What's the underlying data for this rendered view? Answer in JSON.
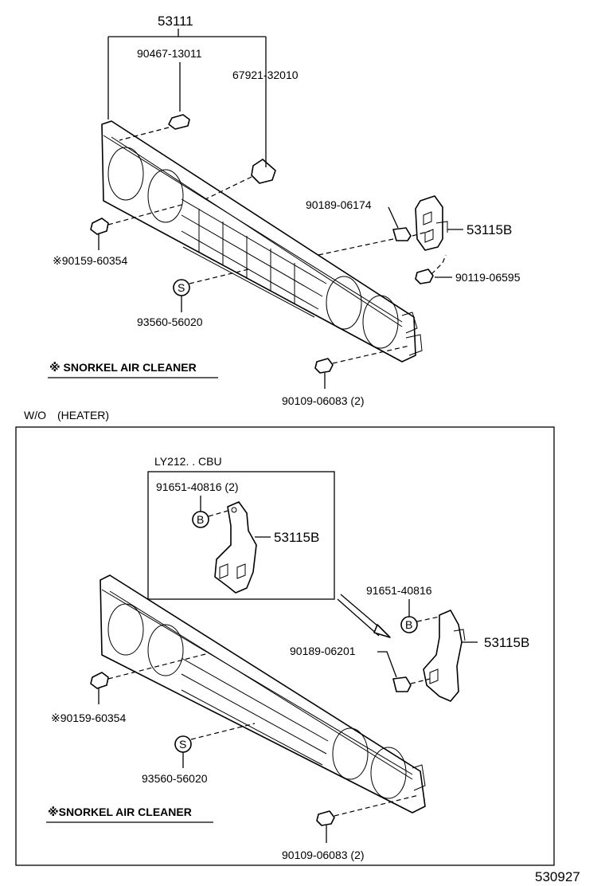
{
  "diagram": {
    "ref_code": "530927",
    "upper": {
      "assy_label": "53111",
      "clip_label": "90467-13011",
      "retainer_label": "67921-32010",
      "nut_label": "90189-06174",
      "bracket_label": "53115B",
      "bolt_right_label": "90119-06595",
      "bolt_left_label": "※90159-60354",
      "screw_label": "93560-56020",
      "screw_marker": "S",
      "bolt_bottom_label": "90109-06083 (2)",
      "note": "※ SNORKEL AIR CLEANER"
    },
    "lower": {
      "section_title": "W/O　(HEATER)",
      "inset_title": "LY212. . CBU",
      "inset_bolt_label": "91651-40816 (2)",
      "inset_marker": "B",
      "inset_bracket_label": "53115B",
      "bolt_b_label": "91651-40816",
      "bolt_b_marker": "B",
      "nut_label": "90189-06201",
      "bracket_label": "53115B",
      "bolt_left_label": "※90159-60354",
      "screw_label": "93560-56020",
      "screw_marker": "S",
      "bolt_bottom_label": "90109-06083 (2)",
      "note": "※SNORKEL AIR CLEANER"
    }
  }
}
